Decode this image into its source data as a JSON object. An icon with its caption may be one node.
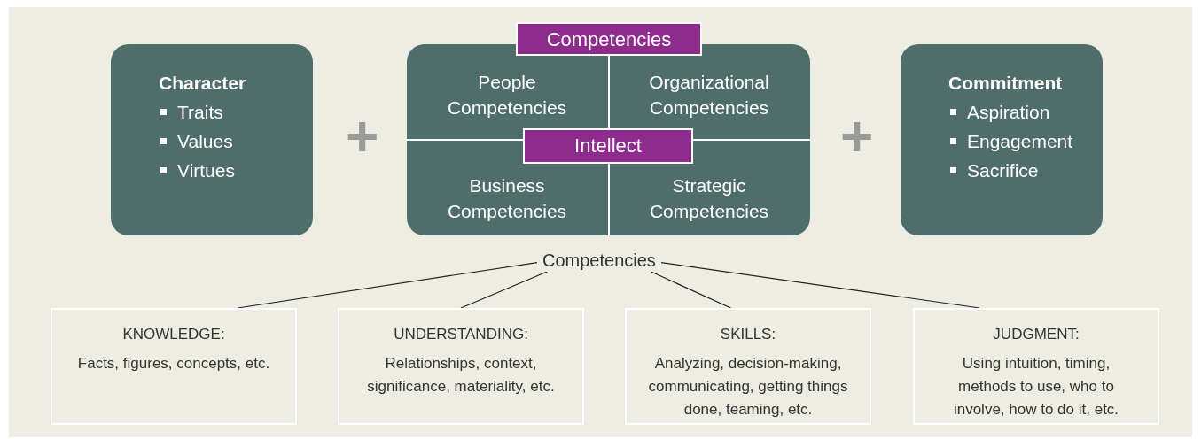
{
  "diagram": {
    "nodes": [
      {
        "text": [
          "Character",
          "Traits",
          "Values",
          "Virtues"
        ]
      },
      {
        "text": [],
        "shape": "box"
      },
      {
        "text": [
          "Competencies"
        ]
      },
      {
        "text": [
          "People Competencies"
        ],
        "in": 1
      },
      {
        "text": [
          "Organizational Competencies"
        ],
        "in": 1
      },
      {
        "text": [
          "Intellect"
        ],
        "in": 1
      },
      {
        "text": [
          "Business Competencies"
        ],
        "in": 1
      },
      {
        "text": [
          "Strategic Competencies"
        ],
        "in": 1
      },
      {
        "text": [
          "Commitment",
          "Aspiration",
          "Engagement",
          "Sacrifice"
        ]
      },
      {
        "text": [
          "Competencies"
        ]
      },
      {
        "text": [
          "KNOWLEDGE:",
          "Facts, figures, concepts, etc."
        ]
      },
      {
        "text": [
          "UNDERSTANDING:",
          "Relationships, context, significance, materiality, etc."
        ]
      },
      {
        "text": [
          "SKILLS:",
          "Analyzing, decision-making, communicating, getting things done, teaming, etc."
        ]
      },
      {
        "text": [
          "JUDGMENT:",
          "Using intuition, timing, methods to use, who to involve, how to do it, etc."
        ]
      }
    ],
    "edges": [
      {
        "from": 9,
        "to": 10,
        "arrow": "none"
      },
      {
        "from": 9,
        "to": 11,
        "arrow": "none"
      },
      {
        "from": 9,
        "to": 12,
        "arrow": "none"
      },
      {
        "from": 9,
        "to": 13,
        "arrow": "none"
      }
    ],
    "labels": [
      "+",
      "+"
    ]
  }
}
